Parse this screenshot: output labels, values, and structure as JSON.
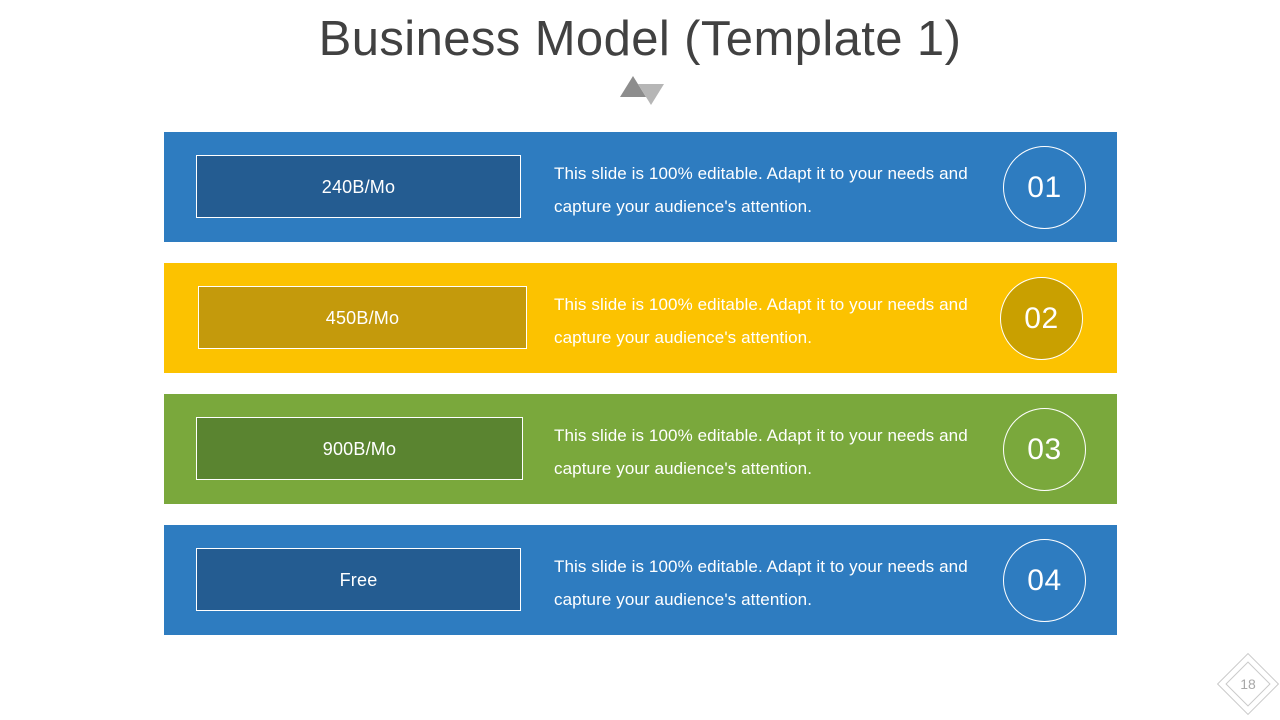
{
  "slide": {
    "title": "Business Model (Template 1)",
    "title_color": "#414141",
    "background": "#ffffff",
    "page_number": "18"
  },
  "decor": {
    "triangle_up_color": "#8d8d8d",
    "triangle_down_color": "#b6b6b6"
  },
  "rows": [
    {
      "number": "01",
      "price": "240B/Mo",
      "description": "This slide is 100% editable. Adapt it to your needs and capture your audience's attention.",
      "bar_color": "#2e7cc0",
      "box_color": "#245c91",
      "circle_color": "#2e7cc0",
      "text_color": "#ffffff"
    },
    {
      "number": "02",
      "price": "450B/Mo",
      "description": "This slide is 100% editable. Adapt it to your needs and capture your audience's attention.",
      "bar_color": "#fcc200",
      "box_color": "#c49a0c",
      "circle_color": "#c9a000",
      "text_color": "#ffffff"
    },
    {
      "number": "03",
      "price": "900B/Mo",
      "description": "This slide is 100% editable. Adapt it to your needs and capture your audience's attention.",
      "bar_color": "#7aa83c",
      "box_color": "#5a8430",
      "circle_color": "#7aa83c",
      "text_color": "#ffffff"
    },
    {
      "number": "04",
      "price": "Free",
      "description": "This slide is 100% editable. Adapt it to your needs and capture your audience's attention.",
      "bar_color": "#2e7cc0",
      "box_color": "#245c91",
      "circle_color": "#2e7cc0",
      "text_color": "#ffffff"
    }
  ]
}
